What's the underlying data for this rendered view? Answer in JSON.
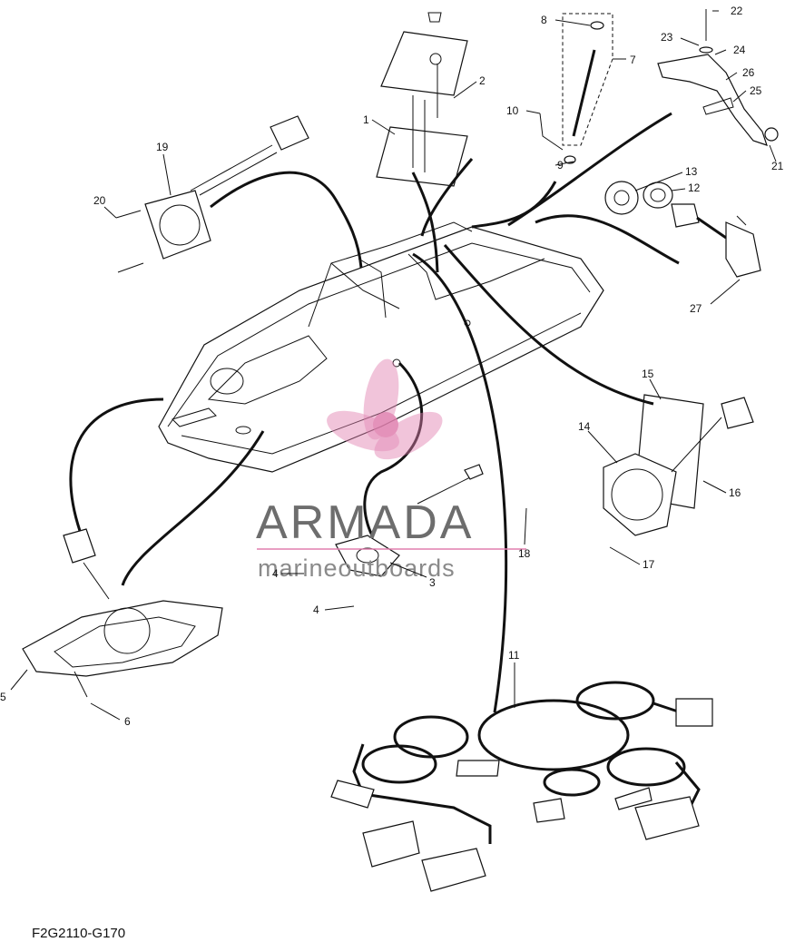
{
  "diagram_code": "F2G2110-G170",
  "watermark": {
    "title": "ARMADA",
    "subtitle": "marineoutboards",
    "accent_color": "#e07fae",
    "text_color": "#6d6d6d"
  },
  "callouts": [
    "1",
    "2",
    "3",
    "4",
    "5",
    "6",
    "7",
    "8",
    "9",
    "10",
    "11",
    "12",
    "13",
    "14",
    "15",
    "16",
    "17",
    "18",
    "19",
    "20",
    "21",
    "22",
    "23",
    "24",
    "25",
    "26",
    "27"
  ]
}
